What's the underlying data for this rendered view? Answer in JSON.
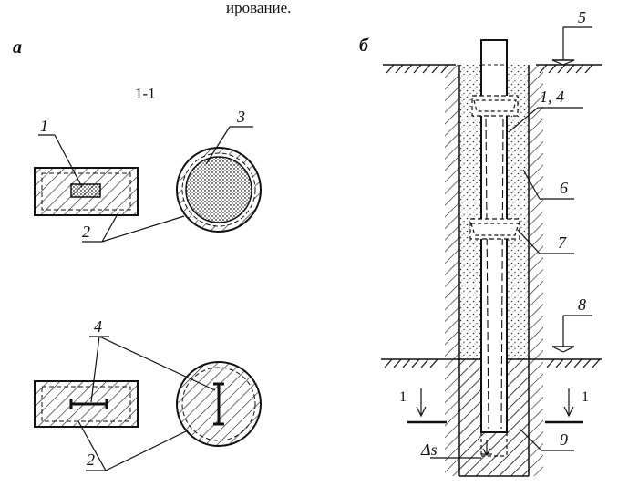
{
  "panel_a": {
    "label": "а",
    "section_title": "1-1",
    "callouts": {
      "c1": "1",
      "c2_top": "2",
      "c3": "3",
      "c4": "4",
      "c2_bottom": "2"
    }
  },
  "panel_b": {
    "label": "б",
    "callouts": {
      "c5": "5",
      "c14": "1, 4",
      "c6": "6",
      "c7": "7",
      "c8": "8",
      "c9": "9"
    },
    "section_mark_left": "1",
    "section_mark_right": "1",
    "settlement_label": "Δs"
  },
  "top_text_fragment": "ирование."
}
